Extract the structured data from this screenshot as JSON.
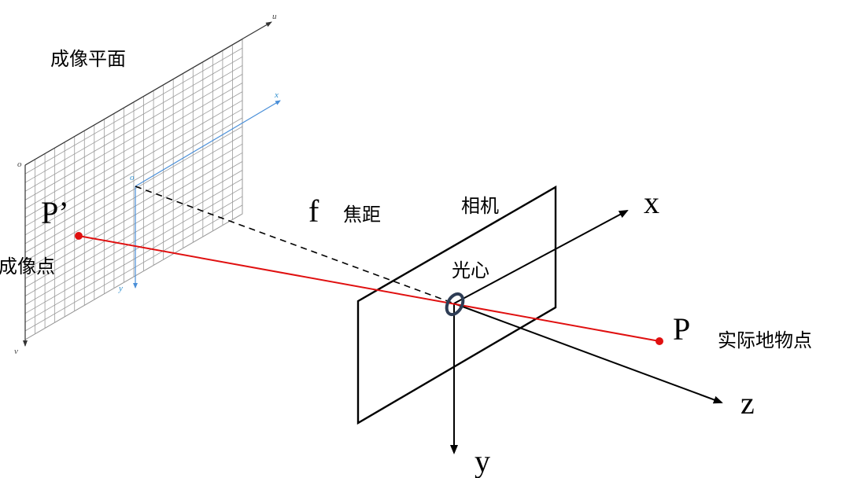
{
  "image_plane": {
    "label": "成像平面",
    "axis_u": "u",
    "axis_v": "v",
    "origin_o": "o",
    "inner_axis_x": "x",
    "inner_axis_y": "y",
    "inner_origin": "o"
  },
  "image_point": {
    "name": "P’",
    "label": "成像点"
  },
  "focal": {
    "symbol": "f",
    "label": "焦距"
  },
  "camera": {
    "label": "相机",
    "optical_center_label": "光心"
  },
  "camera_axes": {
    "x": "x",
    "y": "y",
    "z": "z"
  },
  "world_point": {
    "name": "P",
    "label": "实际地物点"
  },
  "colors": {
    "ray": "#e01010",
    "point": "#e01010",
    "grid": "#9a9a9a",
    "inner_axes": "#4a8fd8",
    "lens": "#2e3d55",
    "frame": "#000000"
  }
}
